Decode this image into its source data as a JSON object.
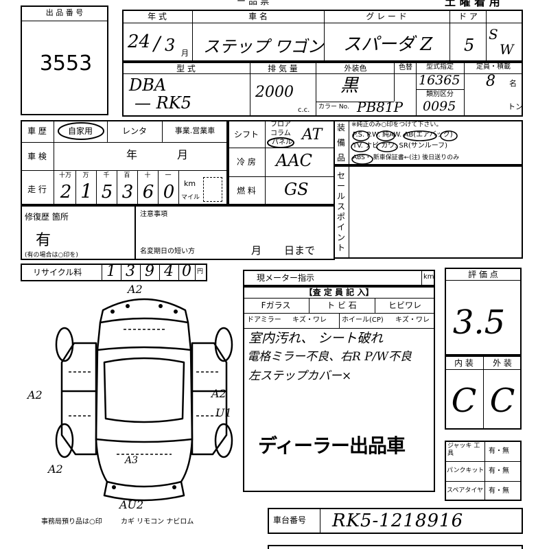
{
  "header": {
    "title": "ー 品 票",
    "mark": "土 曜 着 用",
    "entry_label": "出 品 番 号",
    "entry_number": "3553"
  },
  "row1": {
    "year_label": "年 式",
    "car_name_label": "車 名",
    "grade_label": "グ レ ー ド",
    "door_label": "ド ア",
    "year": "24",
    "slash": "/",
    "month": "3",
    "month_suffix": "月",
    "car_name": "ステップ ワゴン",
    "grade": "スパーダ Z",
    "doors": "5",
    "door_type_1": "S",
    "door_type_2": "W"
  },
  "row2": {
    "model_label": "型 式",
    "displacement_label": "排 気 量",
    "exterior_color_label": "外装色",
    "repaint_label": "色替",
    "model_designation_label": "型式指定",
    "capacity_label": "定員・積載",
    "category_label": "類別区分",
    "model_line1": "DBA",
    "model_line2": "— RK5",
    "displacement": "2000",
    "cc_unit": "c.c.",
    "color": "黒",
    "color_code_label": "カラー No.",
    "color_code": "PB81P",
    "model_designation": "16365",
    "category": "0095",
    "capacity": "8",
    "capacity_unit": "名",
    "ton_unit": "トン"
  },
  "history": {
    "label": "車 歴",
    "private": "自家用",
    "rental": "レンタ",
    "business": "事業.営業車"
  },
  "inspection": {
    "label": "車 検",
    "year_unit": "年",
    "month_unit": "月"
  },
  "mileage": {
    "label": "走 行",
    "headers": [
      "十万",
      "万",
      "千",
      "百",
      "十",
      "一"
    ],
    "digits": [
      "2",
      "1",
      "5",
      "3",
      "6",
      "0"
    ],
    "unit_km": "km",
    "unit_mile": "マイル"
  },
  "shift": {
    "label": "シフト",
    "floor": "フロア",
    "column": "コラム",
    "panel": "パネル",
    "value": "AT"
  },
  "ac": {
    "label": "冷 房",
    "value": "AAC"
  },
  "fuel": {
    "label": "燃 料",
    "value": "GS"
  },
  "equipment": {
    "label_chars": [
      "装",
      "備",
      "品"
    ],
    "note": "※純正のみ○印をつけて下さい。",
    "line1": "P.S. P.W. 純AW. AB(エアバック)",
    "line2": "TV. ナビ カワ. SR(サンルーフ)",
    "line3": "ABS・ 新車保証書←(注) 後日送りのみ"
  },
  "sales_point": {
    "label_chars": [
      "セ",
      "ー",
      "ル",
      "ス",
      "ポ",
      "イ",
      "ン",
      "ト"
    ]
  },
  "repair": {
    "label": "修復歴 箇所",
    "value": "有",
    "note": "(有の場合は○印を)"
  },
  "notes": {
    "label": "注意事項",
    "name_change": "名変期日の短い方",
    "month_unit": "月",
    "day_unit": "日まで"
  },
  "recycle": {
    "label": "リサイクル料",
    "digits": [
      "1",
      "3",
      "9",
      "4",
      "0"
    ],
    "unit": "円"
  },
  "meter": {
    "label": "現メーター指示",
    "unit": "km"
  },
  "inspector": {
    "title": "【査 定 員 記 入】",
    "r1": [
      "Fガラス",
      "ト ビ 石",
      "ヒビワレ"
    ],
    "r2": [
      "ドアミラー",
      "キズ・ワレ",
      "ホイール(CP)",
      "キズ・ワレ"
    ],
    "comments": [
      "室内汚れ、 シート破れ",
      "電格ミラー不良、右R P/W不良",
      "左ステップカバー×"
    ],
    "stamp": "ディーラー出品車"
  },
  "score": {
    "label": "評 価 点",
    "value": "3.5"
  },
  "int_ext": {
    "interior_label": "内 装",
    "exterior_label": "外 装",
    "interior": "C",
    "exterior": "C"
  },
  "tools": [
    {
      "label": "ジャッキ 工 具",
      "value": "有・無"
    },
    {
      "label": "パンクキット",
      "value": "有・無"
    },
    {
      "label": "スペアタイヤ",
      "value": "有・無"
    }
  ],
  "chassis": {
    "label": "車台番号",
    "value": "RK5-1218916"
  },
  "diagram": {
    "marks": [
      "A2",
      "A2",
      "A2",
      "U1",
      "A2",
      "A3",
      "AU2"
    ]
  },
  "footer": {
    "items_text": "事務局預り品は○印",
    "items": "カギ リモコン ナビロム"
  }
}
